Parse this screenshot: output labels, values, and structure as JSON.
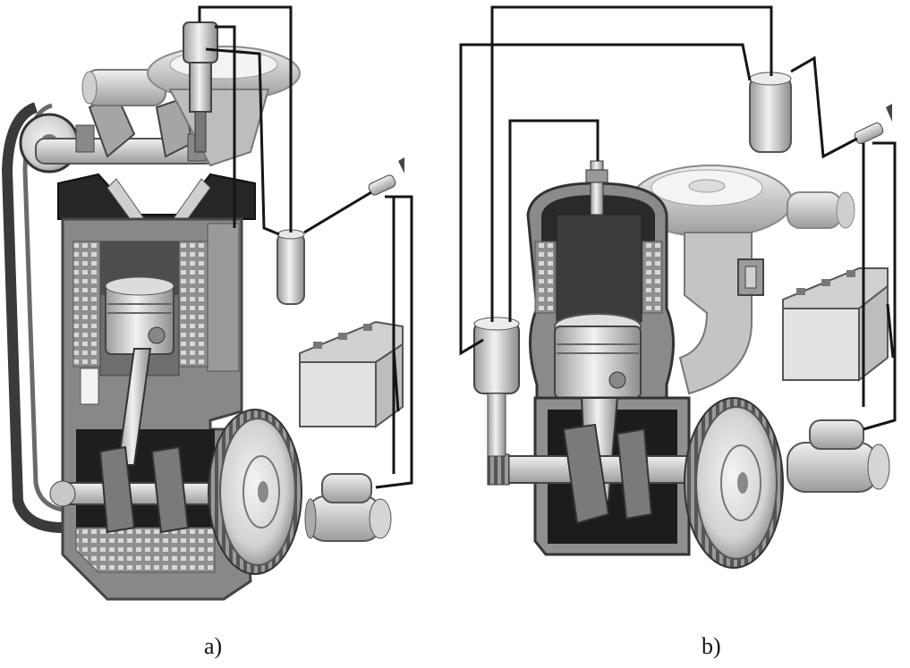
{
  "figure": {
    "panels": [
      {
        "id": "a",
        "caption": "a)"
      },
      {
        "id": "b",
        "caption": "b)"
      }
    ]
  },
  "colors": {
    "background": "#ffffff",
    "wire": "#151515",
    "metal_light": "#e6e6e6",
    "metal_mid": "#b7b7b7",
    "metal_dark": "#6f6f6f",
    "casing_dark": "#2b2b2b",
    "casing_mid": "#8a8a8a",
    "cooling_fin": "#c9c9c9"
  }
}
